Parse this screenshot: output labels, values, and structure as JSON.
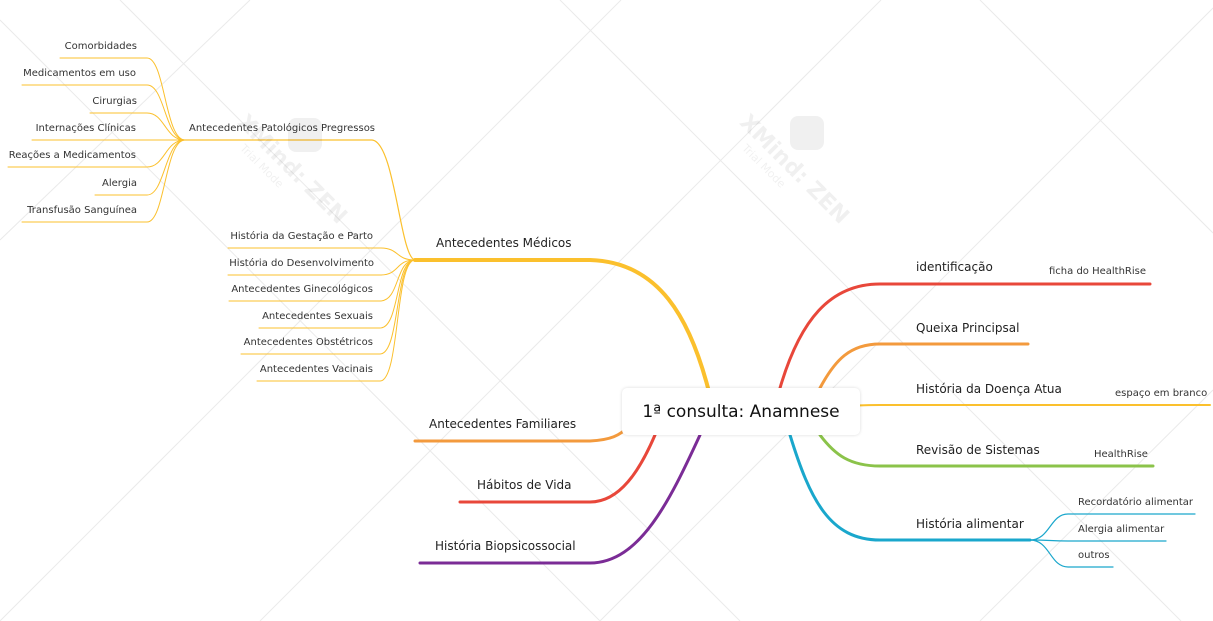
{
  "watermark": {
    "brand": "XMind: ZEN",
    "mode": "Trial Mode"
  },
  "central": "1ª consulta: Anamnese",
  "left": {
    "medicos": {
      "label": "Antecedentes Médicos",
      "patologicos": {
        "label": "Antecedentes Patológicos Pregressos",
        "items": [
          "Comorbidades",
          "Medicamentos em uso",
          "Cirurgias",
          "Internações Clínicas",
          "Reações a Medicamentos",
          "Alergia",
          "Transfusão Sanguínea"
        ]
      },
      "items": [
        "História da Gestação e Parto",
        "História do Desenvolvimento",
        "Antecedentes Ginecológicos",
        "Antecedentes Sexuais",
        "Antecedentes Obstétricos",
        "Antecedentes Vacinais"
      ]
    },
    "familiares": "Antecedentes Familiares",
    "habitos": "Hábitos de Vida",
    "biopsico": "História Biopsicossocial"
  },
  "right": {
    "identificacao": {
      "label": "identificação",
      "child": "ficha do HealthRise"
    },
    "queixa": {
      "label": "Queixa Principsal"
    },
    "hda": {
      "label": "História da Doença Atua",
      "child": "espaço em branco"
    },
    "revisao": {
      "label": "Revisão de Sistemas",
      "child": "HealthRise"
    },
    "alimentar": {
      "label": "História alimentar",
      "children": [
        "Recordatório alimentar",
        "Alergia alimentar",
        "outros"
      ]
    }
  },
  "colors": {
    "yellow": "#fbc02d",
    "orange": "#f39a3d",
    "red": "#e8473a",
    "purple": "#7b2c96",
    "green": "#8bc34a",
    "cyan": "#1aa7cc"
  }
}
